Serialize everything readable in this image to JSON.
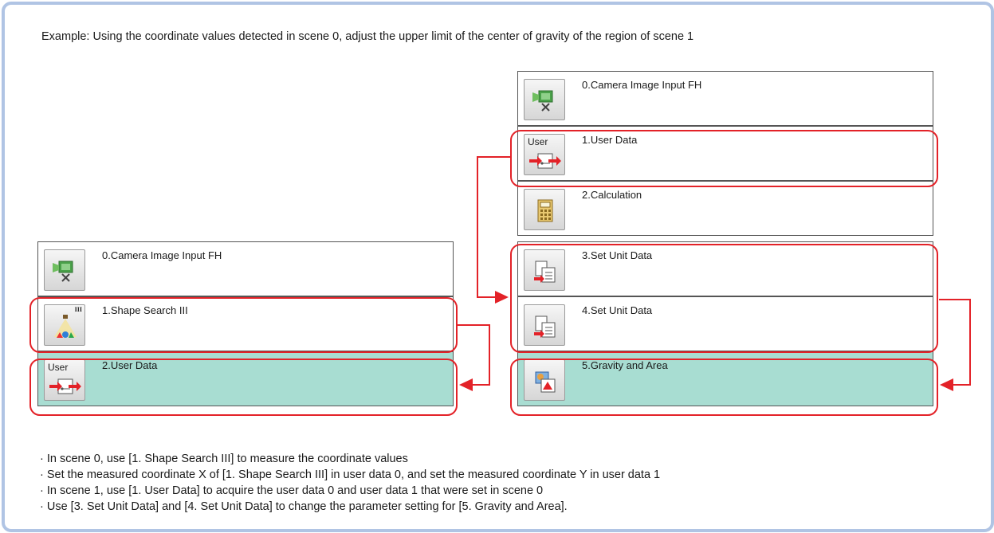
{
  "title": "Example: Using the coordinate values detected in scene 0, adjust the upper limit of the center of gravity of the region of scene 1",
  "scene0": {
    "items": [
      {
        "label": "0.Camera Image Input FH",
        "icon": "camera-icon"
      },
      {
        "label": "1.Shape Search III",
        "icon": "shape-search-icon"
      },
      {
        "label": "2.User Data",
        "icon": "user-data-icon",
        "icon_text": "User"
      }
    ]
  },
  "scene1": {
    "items": [
      {
        "label": "0.Camera Image Input FH",
        "icon": "camera-icon"
      },
      {
        "label": "1.User Data",
        "icon": "user-data-icon",
        "icon_text": "User"
      },
      {
        "label": "2.Calculation",
        "icon": "calculator-icon"
      },
      {
        "label": "3.Set Unit Data",
        "icon": "set-unit-data-icon"
      },
      {
        "label": "4.Set Unit Data",
        "icon": "set-unit-data-icon"
      },
      {
        "label": "5.Gravity and Area",
        "icon": "gravity-area-icon"
      }
    ]
  },
  "shape_search_badge": "III",
  "notes": [
    "· In scene 0, use [1. Shape Search III] to measure the coordinate values",
    "· Set the measured coordinate X of [1. Shape Search III] in user data 0, and set the measured coordinate Y in user data 1",
    "· In scene 1, use [1. User Data] to acquire the user data 0 and user data 1 that were set in scene 0",
    "· Use [3. Set Unit Data] and [4. Set Unit Data] to change the parameter setting for [5. Gravity and Area]."
  ],
  "colors": {
    "highlight_row": "#a8ddd2",
    "callout_red": "#e32228",
    "frame_border": "#b0c4e4"
  }
}
